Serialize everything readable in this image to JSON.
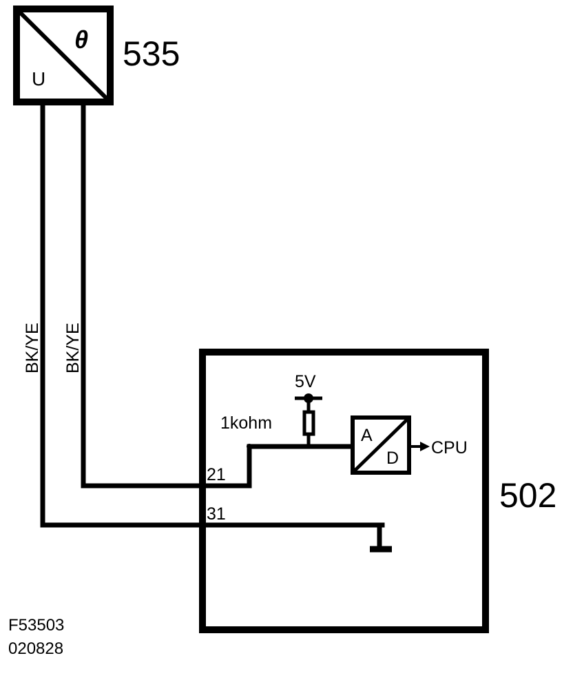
{
  "sensor": {
    "id": "535",
    "input_symbol": "U",
    "output_symbol": "θ"
  },
  "module": {
    "id": "502",
    "pin_signal": "21",
    "pin_ground": "31",
    "supply_label": "5V",
    "resistor_label": "1kohm",
    "adc_in": "A",
    "adc_out": "D",
    "adc_target": "CPU"
  },
  "wires": {
    "signal_color": "BK/YE",
    "ground_color": "BK/YE"
  },
  "figure": {
    "code": "F53503",
    "date": "020828"
  }
}
